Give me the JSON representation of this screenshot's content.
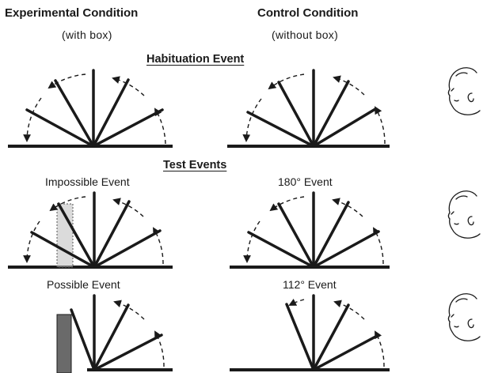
{
  "columns": {
    "experimental": {
      "title": "Experimental Condition",
      "subtitle": "(with box)"
    },
    "control": {
      "title": "Control Condition",
      "subtitle": "(without box)"
    }
  },
  "sections": {
    "habituation": "Habituation Event",
    "test": "Test Events"
  },
  "events": {
    "impossible": "Impossible Event",
    "possible": "Possible Event",
    "deg180": "180° Event",
    "deg112": "112° Event"
  },
  "colors": {
    "ink": "#1a1a1a",
    "box_solid": "#6a6a6a",
    "box_ghost": "#bdbdbd"
  }
}
